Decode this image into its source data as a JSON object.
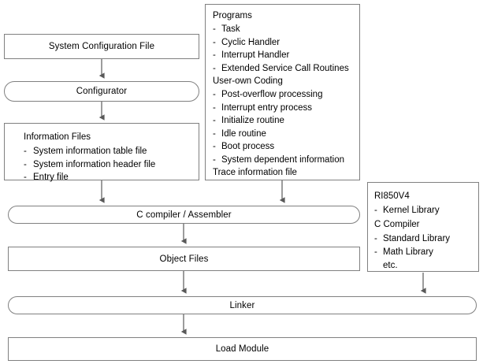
{
  "diagram": {
    "title": "RI850V4 application build flow",
    "line_color": "#808080",
    "arrow_color": "#595959",
    "text_color": "#000000",
    "background": "#ffffff"
  },
  "nodes": {
    "system_configuration_file": {
      "label": "System Configuration File",
      "shape": "rect"
    },
    "configurator": {
      "label": "Configurator",
      "shape": "rounded"
    },
    "information_files": {
      "heading": "Information Files",
      "items": [
        "System information table file",
        "System information header file",
        "Entry file"
      ],
      "shape": "rect"
    },
    "programs_panel": {
      "heading_programs": "Programs",
      "program_items": [
        "Task",
        "Cyclic Handler",
        "Interrupt Handler",
        "Extended Service Call Routines"
      ],
      "heading_user_coding": "User-own Coding",
      "user_coding_items": [
        "Post-overflow processing",
        "Interrupt entry process",
        "Initialize routine",
        "Idle routine",
        "Boot process",
        "System dependent information"
      ],
      "trace_label": "Trace information file",
      "shape": "rect"
    },
    "libraries_panel": {
      "heading_rtos": "RI850V4",
      "rtos_items": [
        "Kernel Library"
      ],
      "heading_compiler": "C Compiler",
      "compiler_items": [
        "Standard Library",
        "Math Library"
      ],
      "etc_label": "etc.",
      "shape": "rect"
    },
    "c_compiler_assembler": {
      "label": "C compiler / Assembler",
      "shape": "rounded"
    },
    "object_files": {
      "label": "Object Files",
      "shape": "rect"
    },
    "linker": {
      "label": "Linker",
      "shape": "rounded"
    },
    "load_module": {
      "label": "Load Module",
      "shape": "rect"
    }
  },
  "bullet": {
    "dash": "-"
  }
}
